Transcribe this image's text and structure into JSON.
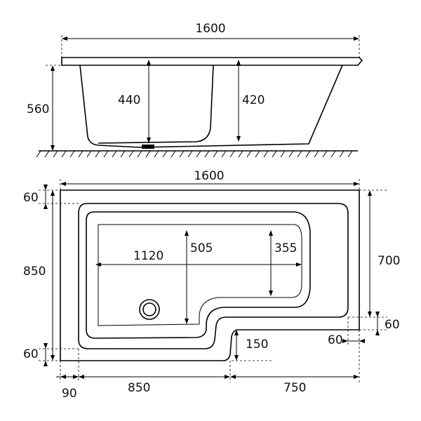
{
  "side_view": {
    "overall_length": "1600",
    "overall_height": "560",
    "inner_depth_left": "440",
    "inner_depth_right": "420"
  },
  "plan_view": {
    "overall_length": "1600",
    "rim_top": "60",
    "overall_width": "850",
    "rim_bottom": "60",
    "inner_length": "1120",
    "inner_width_left": "505",
    "inner_width_right": "355",
    "right_section_width": "700",
    "right_rim_bottom": "60",
    "right_rim_side": "60",
    "step_depth": "150",
    "left_offset": "90",
    "left_section_length": "850",
    "right_section_length": "750"
  }
}
